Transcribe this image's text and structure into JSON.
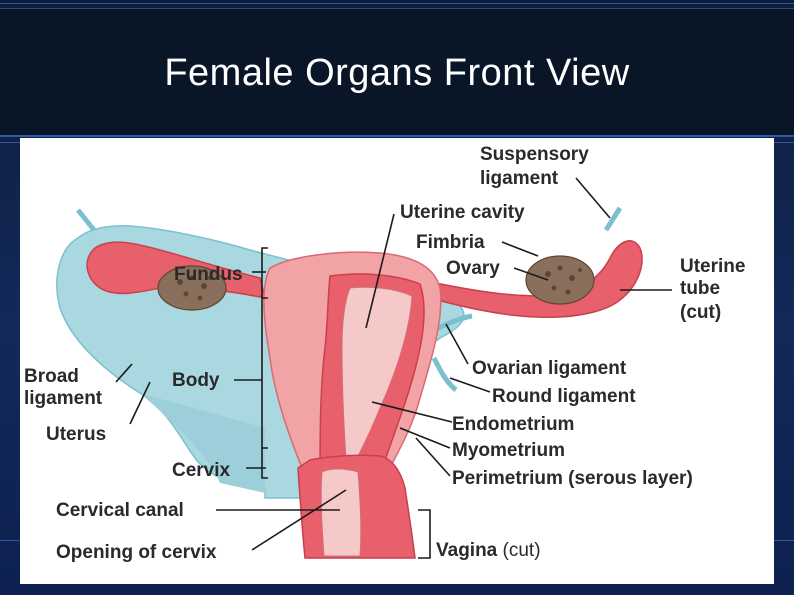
{
  "slide": {
    "title": "Female Organs Front View"
  },
  "diagram": {
    "labels": {
      "suspensory_1": "Suspensory",
      "suspensory_2": "ligament",
      "uterine_cavity": "Uterine cavity",
      "fimbria": "Fimbria",
      "ovary": "Ovary",
      "uterine_tube_1": "Uterine",
      "uterine_tube_2": "tube",
      "uterine_tube_3": "(cut)",
      "fundus": "Fundus",
      "broad_1": "Broad",
      "broad_2": "ligament",
      "body": "Body",
      "ovarian_ligament": "Ovarian ligament",
      "round_ligament": "Round ligament",
      "uterus": "Uterus",
      "endometrium": "Endometrium",
      "myometrium": "Myometrium",
      "cervix": "Cervix",
      "perimetrium": "Perimetrium (serous layer)",
      "cervical_canal": "Cervical canal",
      "opening_of_cervix": "Opening of cervix",
      "vagina": "Vagina",
      "vagina_cut": "(cut)"
    },
    "colors": {
      "uterus_wall": "#e8606c",
      "uterus_light": "#f2a3a6",
      "lumen": "#f6c9c9",
      "ligament": "#a9d8e0",
      "ligament_dark": "#7cc0cf",
      "ovary": "#8a6f5c",
      "ovary_dark": "#5e4636",
      "background": "#ffffff"
    }
  }
}
